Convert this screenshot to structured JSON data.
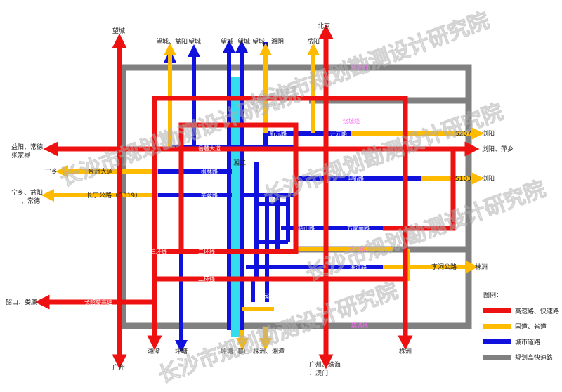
{
  "colors": {
    "expressway": "#ee1111",
    "national": "#ffbb00",
    "city": "#1111dd",
    "planned": "#808080",
    "river": "#33ddee",
    "arrowhead_red": "#ee1111"
  },
  "destinations": {
    "top_1": "望城",
    "top_2": "望城、益阳",
    "top_3": "望城",
    "top_4": "望城",
    "top_5": "望城",
    "top_6": "望城、湘阴",
    "top_7": "岳阳",
    "top_8": "北京",
    "left_1a": "益阳、常德",
    "left_1b": "张家界",
    "left_2": "宁乡",
    "left_3a": "宁乡、益阳",
    "left_3b": "、常德",
    "left_4": "韶山、娄底",
    "right_1": "浏阳",
    "right_2": "浏阳、萍乡",
    "right_3": "浏阳",
    "right_4": "株洲",
    "bottom_1": "湘潭",
    "bottom_2": "广州",
    "bottom_3": "坪塘",
    "bottom_4": "坪塘",
    "bottom_5": "暮山",
    "bottom_6": "株洲、湘潭",
    "bottom_7a": "广州、珠海",
    "bottom_7b": "、澳门",
    "bottom_8": "株洲"
  },
  "road_labels": {
    "jinzhou": "金洲大道",
    "changning": "长宁公路（G319）",
    "s207": "S207",
    "s103": "S103",
    "lijiang": "李洞公路",
    "xiangjiang": "湘江",
    "changzhao": "长韶娄高速",
    "xinyuan": "新元路",
    "kaiyuan": "开元路",
    "yuelu": "岳麓大道",
    "fenglin": "枫林路",
    "yingxin": "迎新路",
    "erhuan1": "二环线",
    "erhuan2": "二环线",
    "sanhuan": "三环线",
    "wanjiali": "万家丽路",
    "ring_north": "绕城线",
    "ring_south": "绕城线",
    "ring_east": "绕城线",
    "sanhuan_e": "三环线",
    "xiangjiang_e": "湘江路",
    "shaoshan": "韶山路",
    "furong": "芙蓉路",
    "muyun": "暮云路"
  },
  "legend": {
    "title": "图例：",
    "items": [
      {
        "label": "高速路、快速路",
        "color": "#ee1111"
      },
      {
        "label": "国道、省道",
        "color": "#ffbb00"
      },
      {
        "label": "城市道路",
        "color": "#1111dd"
      },
      {
        "label": "规划高快速路",
        "color": "#808080"
      }
    ]
  },
  "watermark": "长沙市规划勘测设计研究院"
}
